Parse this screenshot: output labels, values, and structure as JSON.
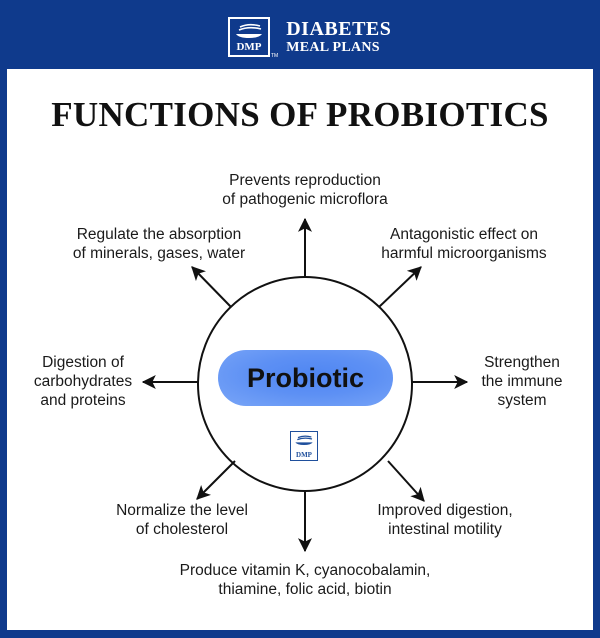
{
  "header": {
    "logo_mark": "DMP",
    "brand_line1": "DIABETES",
    "brand_line2": "MEAL PLANS",
    "trademark": "TM",
    "background_color": "#0f3a8c"
  },
  "title": "FUNCTIONS OF PROBIOTICS",
  "center": {
    "label": "Probiotic",
    "pill_color": "#5b8ef4",
    "watermark": "DMP"
  },
  "functions": [
    {
      "position": "top",
      "text": "Prevents reproduction\nof pathogenic microflora"
    },
    {
      "position": "top-right",
      "text": "Antagonistic effect on\nharmful microorganisms"
    },
    {
      "position": "right",
      "text": "Strengthen\nthe immune\nsystem"
    },
    {
      "position": "bottom-right",
      "text": "Improved digestion,\nintestinal motility"
    },
    {
      "position": "bottom",
      "text": "Produce vitamin K, cyanocobalamin,\nthiamine, folic acid, biotin"
    },
    {
      "position": "bottom-left",
      "text": "Normalize the level\nof cholesterol"
    },
    {
      "position": "left",
      "text": "Digestion of\ncarbohydrates\nand proteins"
    },
    {
      "position": "top-left",
      "text": "Regulate the absorption\nof minerals, gases, water"
    }
  ]
}
